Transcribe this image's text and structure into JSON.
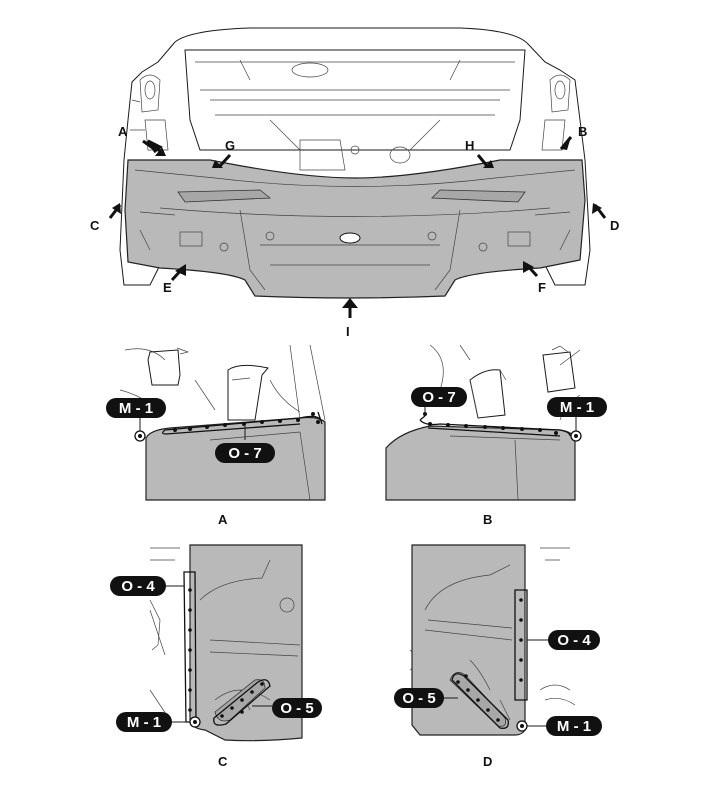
{
  "overview_arrows": {
    "a": "A",
    "b": "B",
    "c": "C",
    "d": "D",
    "e": "E",
    "f": "F",
    "g": "G",
    "h": "H",
    "i": "I"
  },
  "callouts": {
    "a_m1": "M - 1",
    "a_o7": "O - 7",
    "b_o7": "O - 7",
    "b_m1": "M - 1",
    "c_o4": "O - 4",
    "c_o5": "O - 5",
    "c_m1": "M - 1",
    "d_o5": "O - 5",
    "d_o4": "O - 4",
    "d_m1": "M - 1"
  },
  "view_captions": {
    "a": "A",
    "b": "B",
    "c": "C",
    "d": "D"
  }
}
